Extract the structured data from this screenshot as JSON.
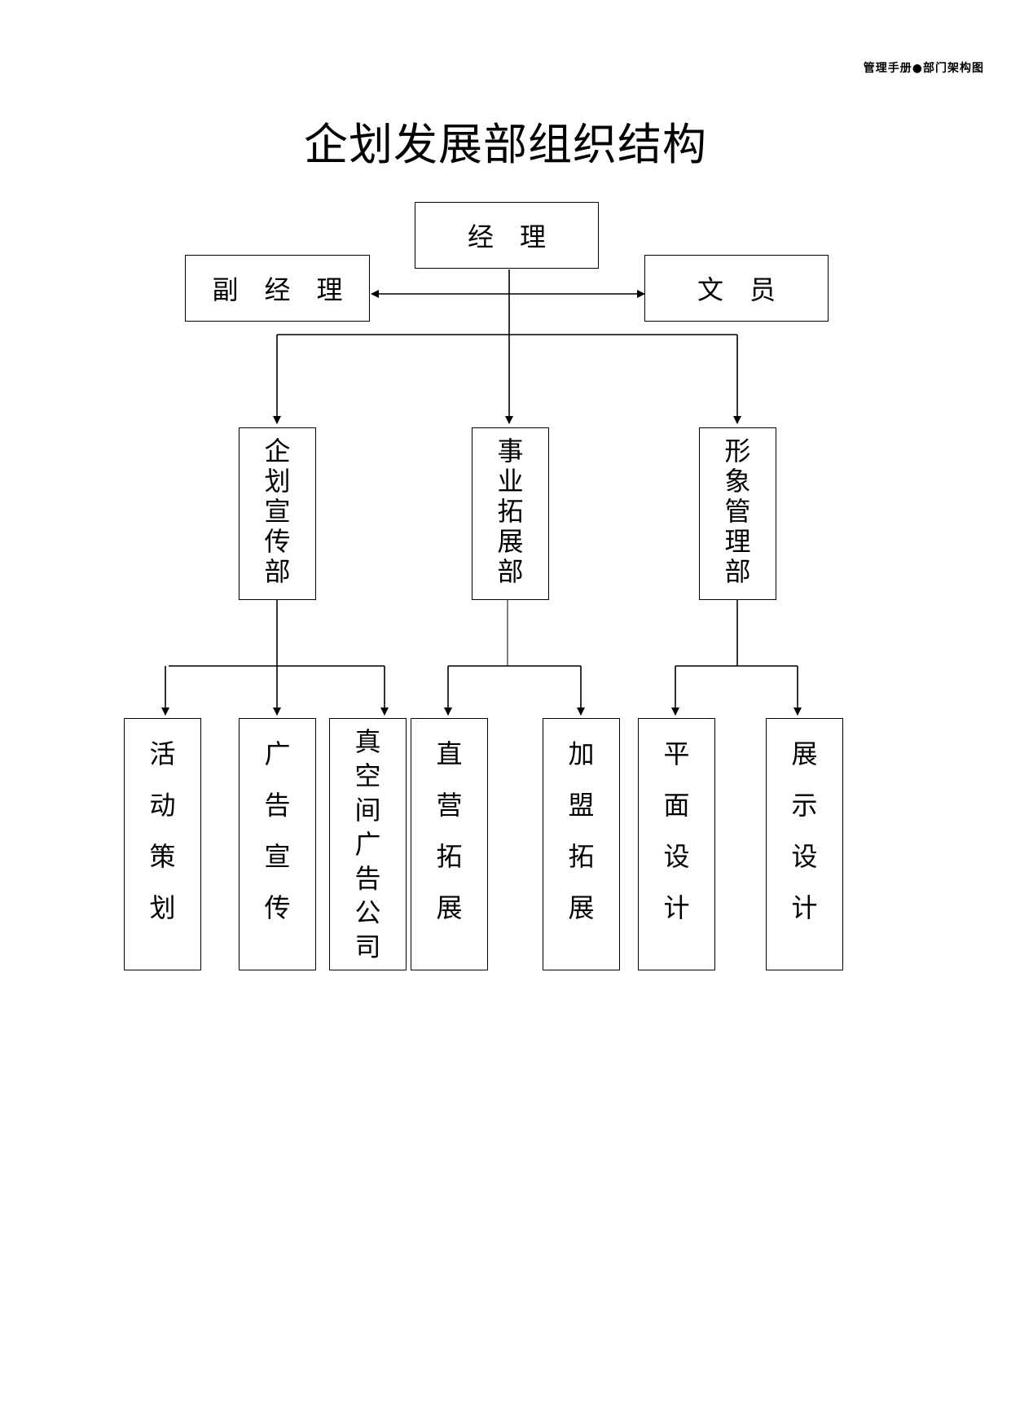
{
  "header_note": "管理手册●部门架构图",
  "title": "企划发展部组织结构",
  "nodes": {
    "manager": "经　理",
    "deputy": "副　经　理",
    "clerk": "文　员",
    "planning": "企划宣传部",
    "business": "事业拓展部",
    "image": "形象管理部",
    "activity": "活动策划",
    "advert": "广告宣传",
    "vacuum": "真空间广告公司",
    "direct": "直营拓展",
    "franchise": "加盟拓展",
    "graphic": "平面设计",
    "display": "展示设计"
  }
}
